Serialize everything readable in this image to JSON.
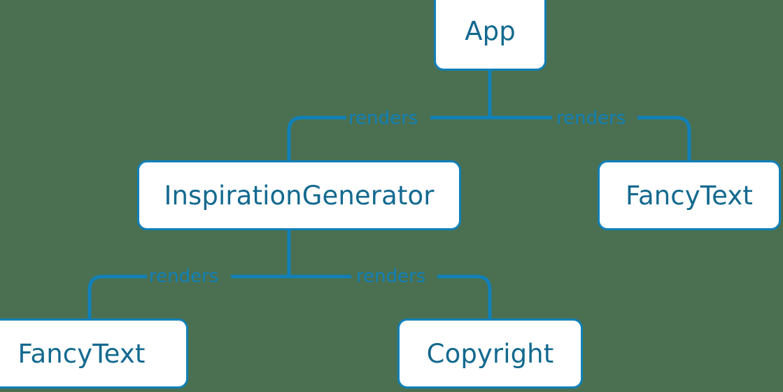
{
  "diagram": {
    "type": "component-tree",
    "background_color": "#4a7051",
    "line_color": "#1180b8",
    "node_fill_color": "#ffffff",
    "node_text_color": "#13698f",
    "nodes": [
      {
        "id": "app",
        "label": "App"
      },
      {
        "id": "inspgen",
        "label": "InspirationGenerator"
      },
      {
        "id": "fancy_right",
        "label": "FancyText"
      },
      {
        "id": "fancy_left",
        "label": "FancyText"
      },
      {
        "id": "copyright",
        "label": "Copyright"
      }
    ],
    "edges": [
      {
        "from": "app",
        "to": "inspgen",
        "label": "renders"
      },
      {
        "from": "app",
        "to": "fancy_right",
        "label": "renders"
      },
      {
        "from": "inspgen",
        "to": "fancy_left",
        "label": "renders"
      },
      {
        "from": "inspgen",
        "to": "copyright",
        "label": "renders"
      }
    ]
  }
}
